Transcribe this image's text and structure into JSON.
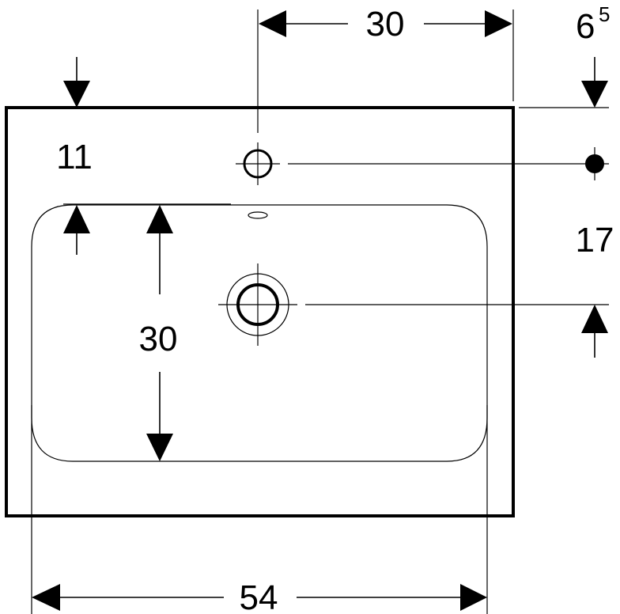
{
  "dimensions": {
    "overall_width": "54",
    "basin_depth": "30",
    "tap_hole_offset": "30",
    "back_edge": "6",
    "back_edge_sup": "5",
    "front_rim": "11",
    "drain_offset": "17"
  }
}
